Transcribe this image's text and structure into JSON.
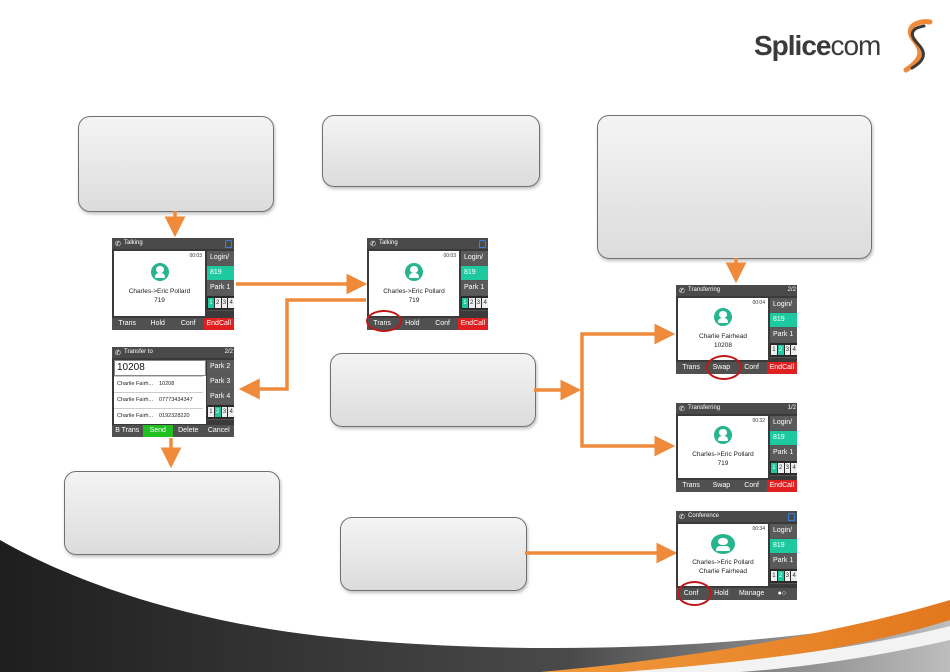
{
  "logo": {
    "text_bold": "Splice",
    "text_regular": "com"
  },
  "colors": {
    "arrow": "#ef8a3a",
    "highlight": "#c01818",
    "accent_green": "#1fc9a0",
    "end_call_red": "#e02020",
    "send_green": "#20c020"
  },
  "phones": {
    "talking1": {
      "title": "Talking",
      "timer": "00:03",
      "name_line1": "Charles->Eric Pollard",
      "name_line2": "719",
      "side": [
        "Login/",
        "819",
        "Park 1"
      ],
      "nums": [
        "1",
        "2",
        "3",
        "4"
      ],
      "softkeys": [
        "Trans",
        "Hold",
        "Conf",
        "EndCall"
      ]
    },
    "talking2": {
      "title": "Talking",
      "timer": "00:03",
      "name_line1": "Charles->Eric Pollard",
      "name_line2": "719",
      "side": [
        "Login/",
        "819",
        "Park 1"
      ],
      "nums": [
        "1",
        "2",
        "3",
        "4"
      ],
      "softkeys": [
        "Trans",
        "Hold",
        "Conf",
        "EndCall"
      ]
    },
    "transfer_to": {
      "title": "Transfer to",
      "count": "2/2",
      "input_value": "10208",
      "rows": [
        {
          "name": "Charlie Fairh...",
          "number": "10208"
        },
        {
          "name": "Charlie Fairh...",
          "number": "07773434347"
        },
        {
          "name": "Charlie Fairh...",
          "number": "0192328220"
        }
      ],
      "side": [
        "Park 2",
        "Park 3",
        "Park 4"
      ],
      "nums": [
        "1",
        "2",
        "3",
        "4"
      ],
      "softkeys": [
        "B Trans",
        "Send",
        "Delete",
        "Cancel"
      ]
    },
    "transferring1": {
      "title": "Transferring",
      "count": "2/2",
      "timer": "00:04",
      "name_line1": "Charlie Fairhead",
      "name_line2": "10208",
      "side": [
        "Login/",
        "819",
        "Park 1"
      ],
      "nums": [
        "1",
        "2",
        "3",
        "4"
      ],
      "softkeys": [
        "Trans",
        "Swap",
        "Conf",
        "EndCall"
      ]
    },
    "transferring2": {
      "title": "Transferring",
      "count": "1/2",
      "timer": "00:32",
      "name_line1": "Charles->Eric Pollard",
      "name_line2": "719",
      "side": [
        "Login/",
        "819",
        "Park 1"
      ],
      "nums": [
        "1",
        "2",
        "3",
        "4"
      ],
      "softkeys": [
        "Trans",
        "Swap",
        "Conf",
        "EndCall"
      ]
    },
    "conference": {
      "title": "Conference",
      "timer": "00:34",
      "name_line1": "Charles->Eric Pollard",
      "name_line2": "Charlie Fairhead",
      "side": [
        "Login/",
        "819",
        "Park 1"
      ],
      "nums": [
        "1",
        "2",
        "3",
        "4"
      ],
      "softkeys": [
        "Conf",
        "Hold",
        "Manage",
        "●○"
      ]
    }
  }
}
